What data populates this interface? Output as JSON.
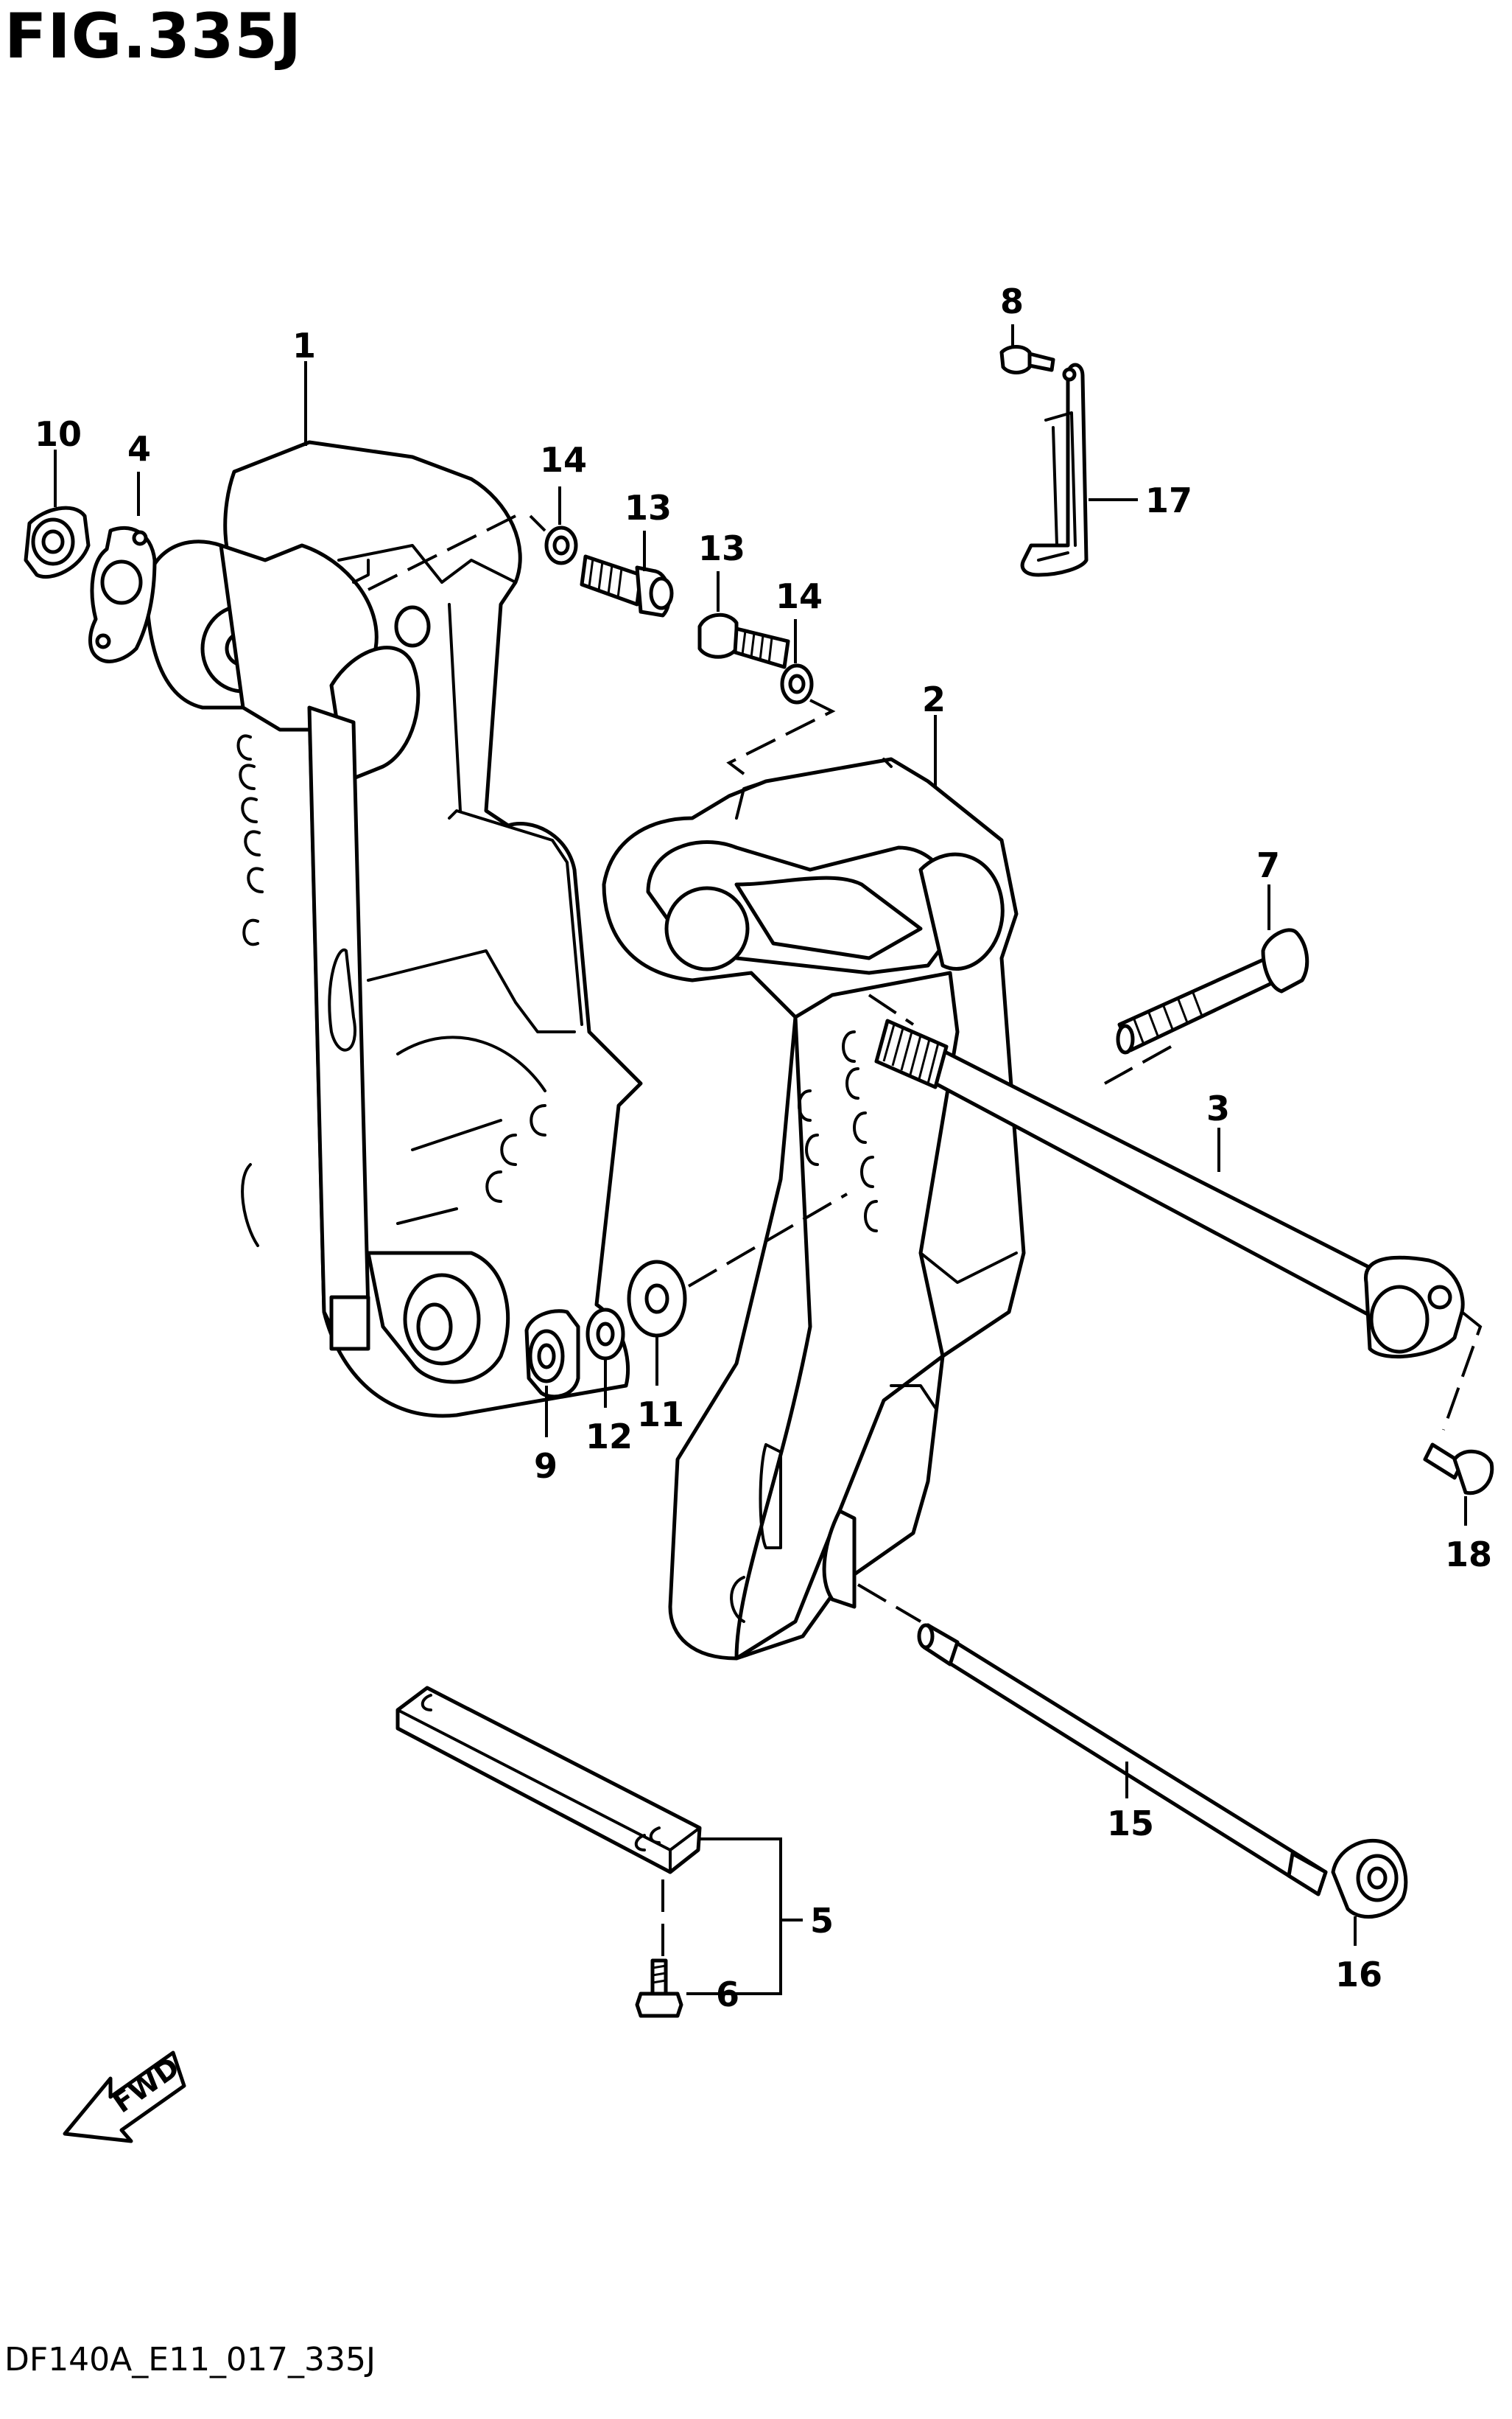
{
  "figure": {
    "title": "FIG.335J",
    "code": "DF140A_E11_017_335J",
    "direction_badge": "FWD"
  },
  "callouts": [
    "1",
    "2",
    "3",
    "4",
    "5",
    "6",
    "7",
    "8",
    "9",
    "10",
    "11",
    "12",
    "13",
    "13",
    "14",
    "14",
    "15",
    "16",
    "17",
    "18"
  ]
}
